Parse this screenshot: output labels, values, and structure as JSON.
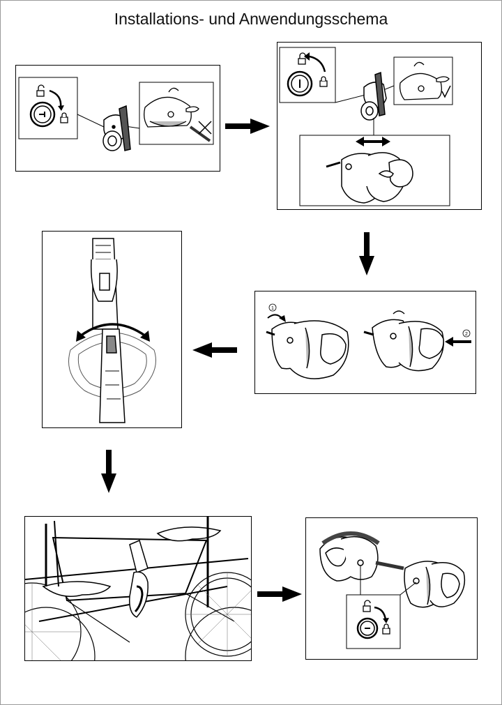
{
  "title": "Installations- und Anwendungsschema",
  "steps": {
    "step3": {
      "marker1": "1",
      "marker2": "2"
    }
  },
  "icons": {
    "lock_knob": "lock-knob-icon",
    "padlock_open": "padlock-open-icon",
    "padlock_closed": "padlock-closed-icon",
    "flow_arrow": "flow-arrow-icon",
    "cross_mark": "cross-mark-icon",
    "check_mark": "check-mark-icon"
  },
  "colors": {
    "line": "#000000",
    "background": "#ffffff"
  }
}
